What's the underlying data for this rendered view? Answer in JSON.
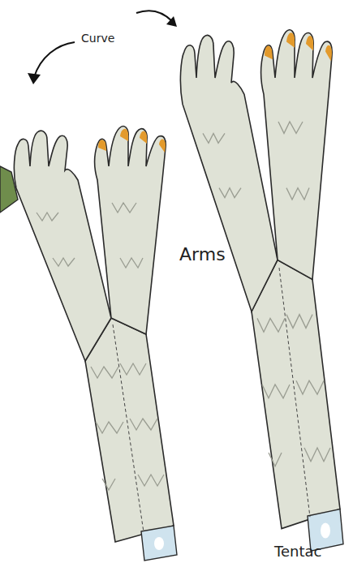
{
  "diagram": {
    "labels": [
      "Curve",
      "Arms",
      "Tentac"
    ]
  }
}
